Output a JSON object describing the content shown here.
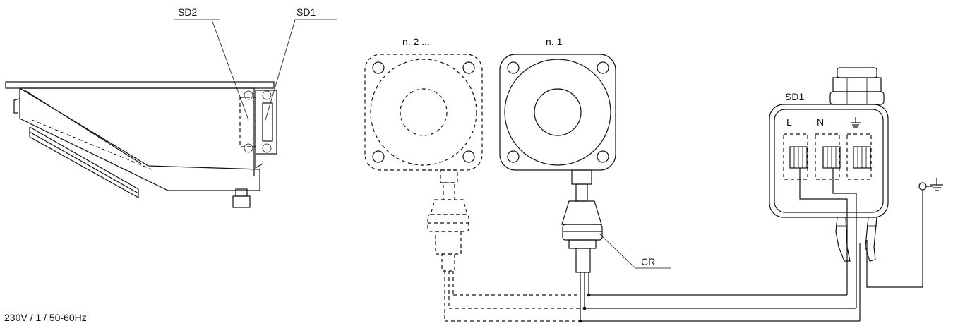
{
  "labels": {
    "sd2_top": "SD2",
    "sd1_top": "SD1",
    "motor2": "n. 2 ...",
    "motor1": "n. 1",
    "box": "SD1",
    "terminal_l": "L",
    "terminal_n": "N",
    "cr": "CR",
    "supply": "230V / 1 / 50-60Hz"
  },
  "icons": {
    "earth": "earth-ground-icon"
  },
  "colors": {
    "line": "#111111",
    "background": "#ffffff"
  }
}
